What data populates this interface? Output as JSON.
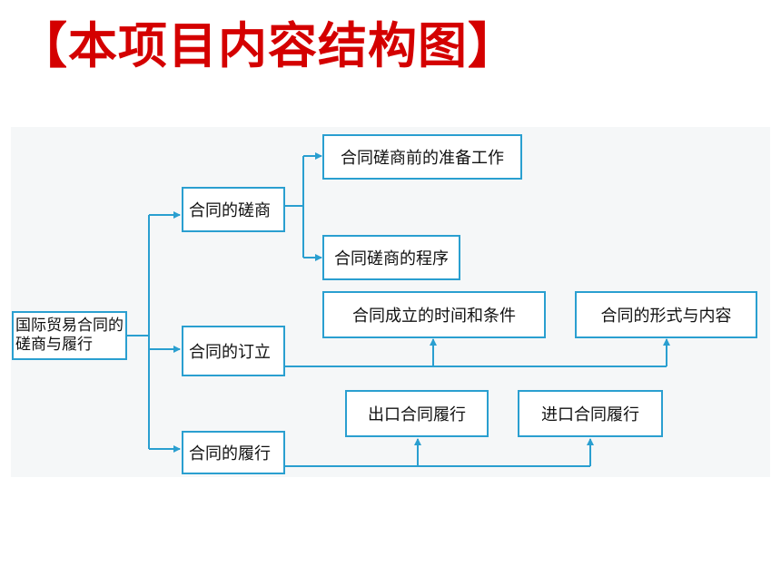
{
  "page": {
    "title": "【本项目内容结构图】"
  },
  "colors": {
    "title": "#d40000",
    "box_border": "#2a9fd0",
    "connector": "#2a9fd0"
  },
  "diagram": {
    "root": "国际贸易合同的磋商与履行",
    "branches": [
      {
        "label": "合同的磋商",
        "children": [
          "合同磋商前的准备工作",
          "合同磋商的程序"
        ]
      },
      {
        "label": "合同的订立",
        "children": [
          "合同成立的时间和条件",
          "合同的形式与内容"
        ]
      },
      {
        "label": "合同的履行",
        "children": [
          "出口合同履行",
          "进口合同履行"
        ]
      }
    ]
  }
}
